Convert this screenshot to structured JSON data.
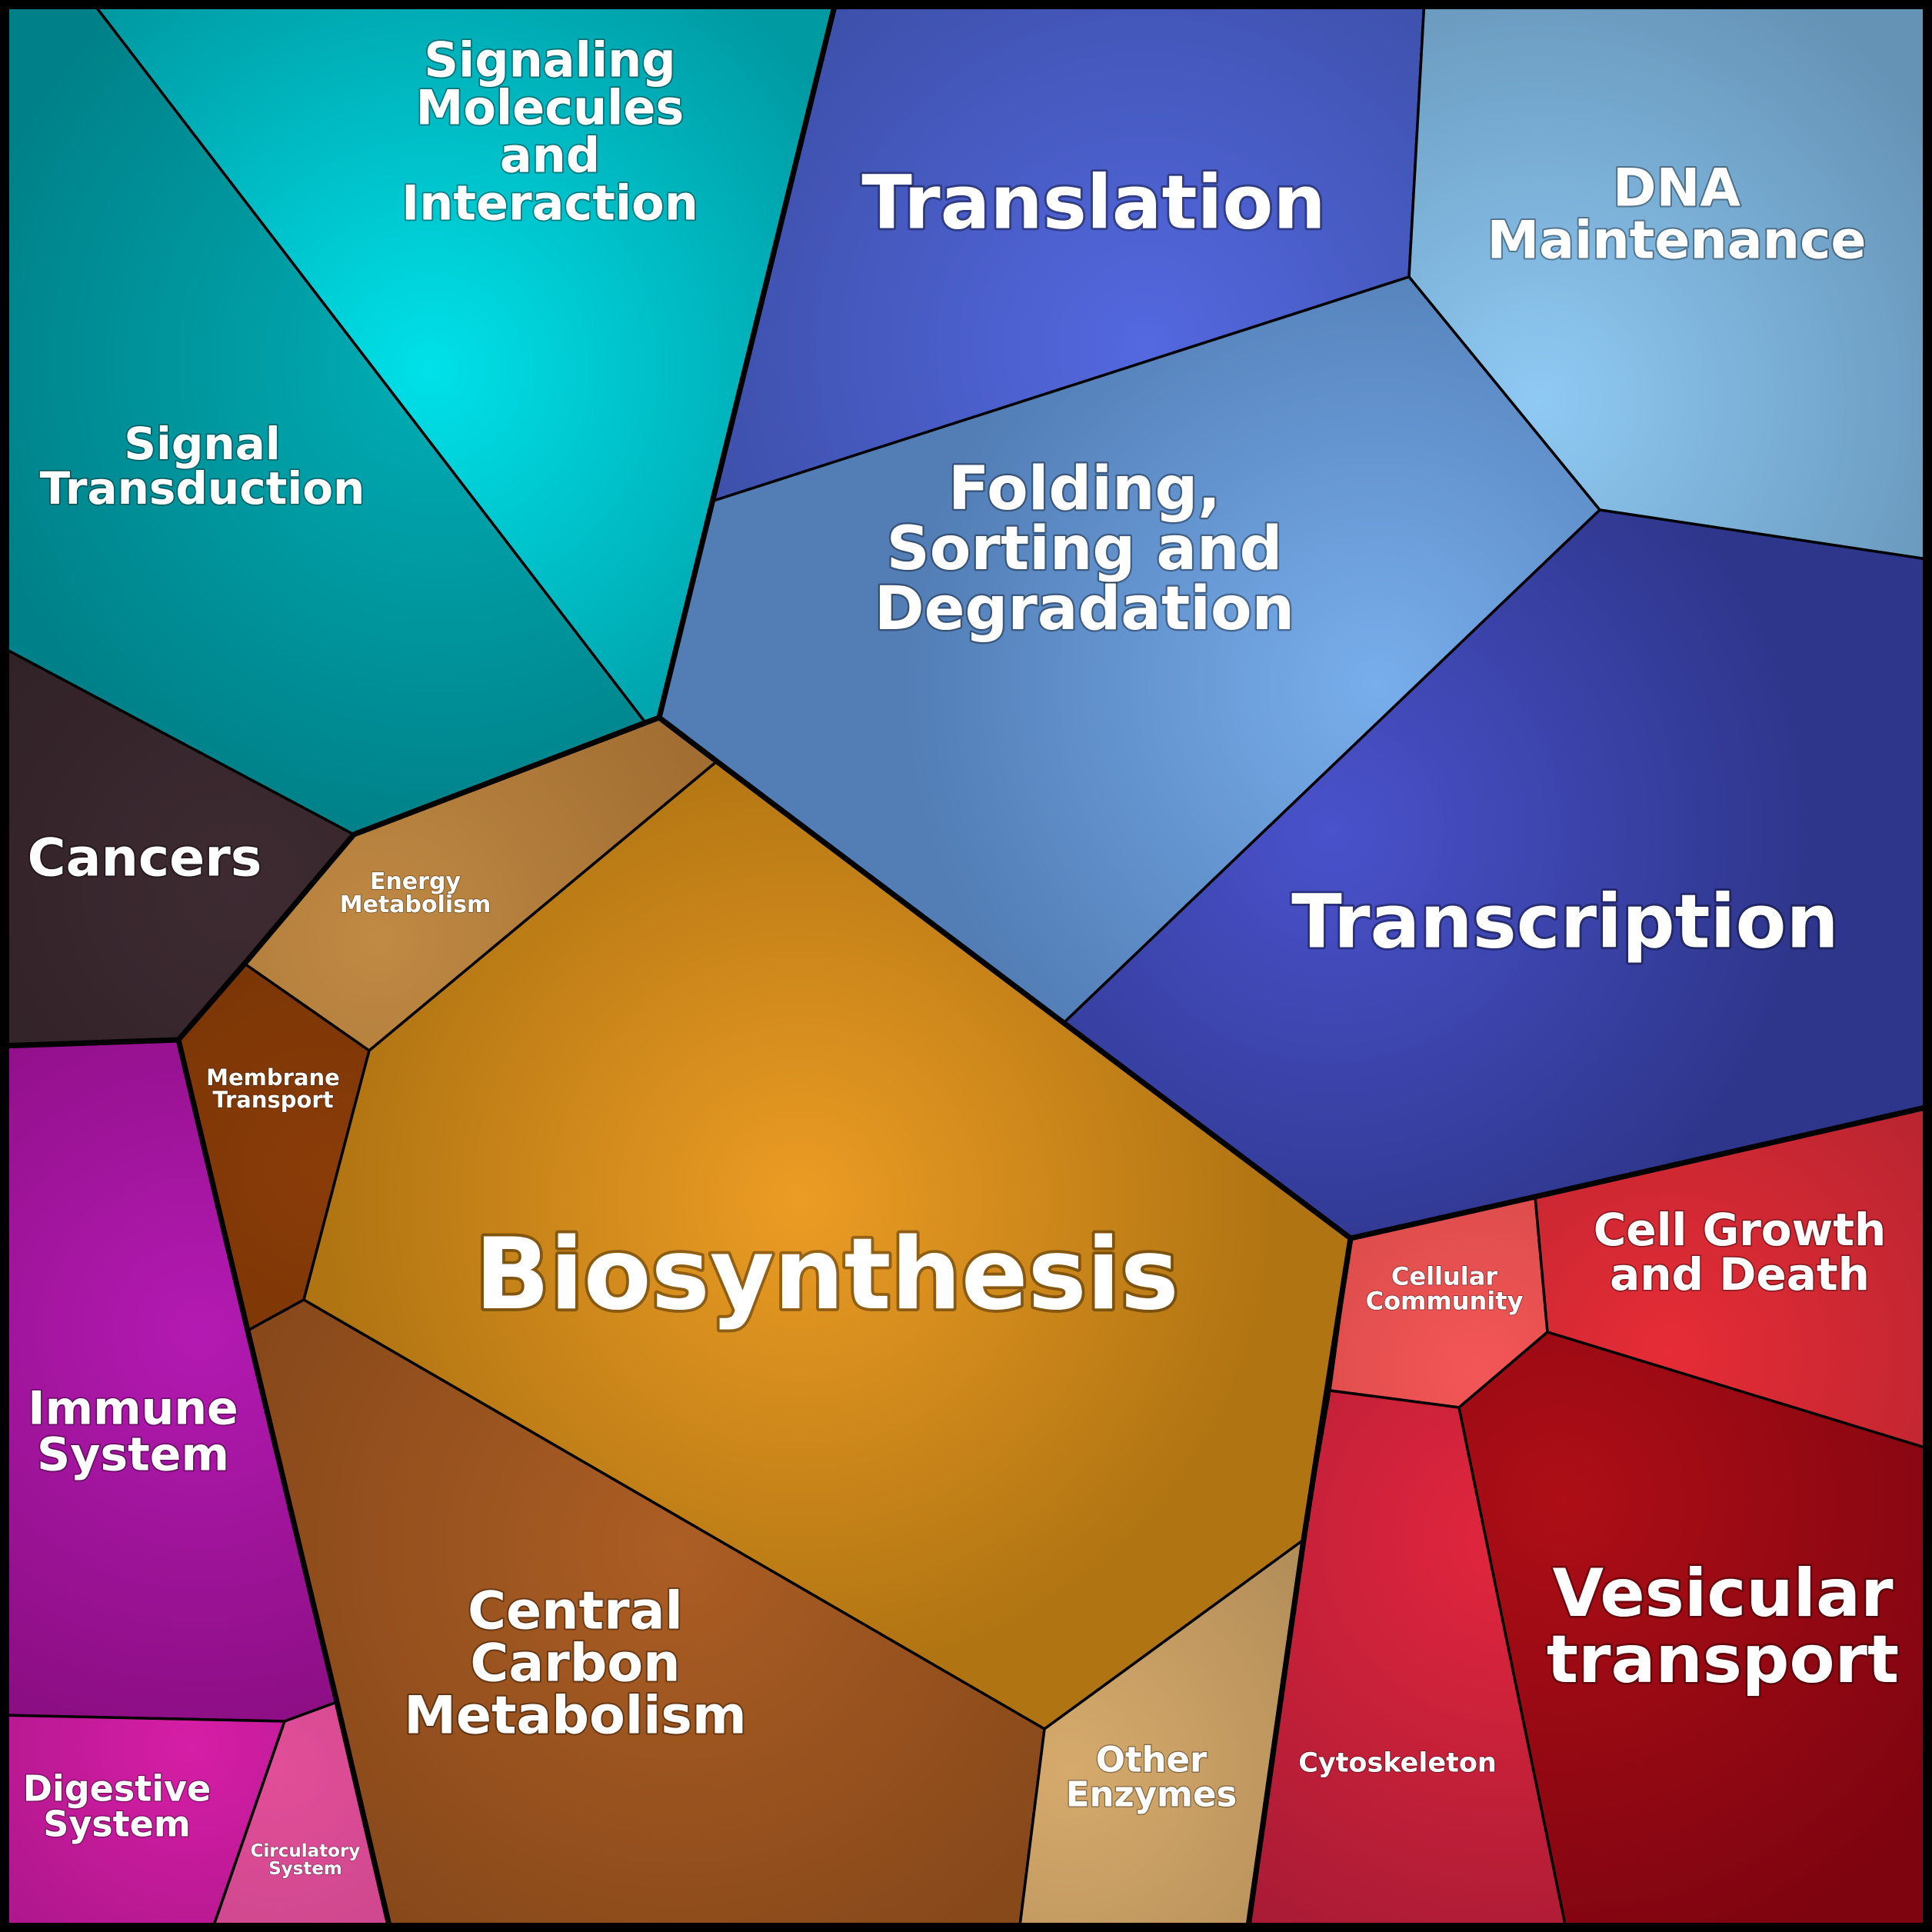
{
  "cells": [
    {
      "id": "signal-transduction",
      "lines": [
        "Signal",
        "Transduction"
      ],
      "colors": [
        "#00aeb6",
        "#008189"
      ]
    },
    {
      "id": "signaling-molecules",
      "lines": [
        "Signaling",
        "Molecules",
        "and",
        "Interaction"
      ],
      "colors": [
        "#00e1e9",
        "#009aa3"
      ]
    },
    {
      "id": "translation",
      "lines": [
        "Translation"
      ],
      "colors": [
        "#5468e0",
        "#3c4fa8"
      ]
    },
    {
      "id": "dna-maintenance",
      "lines": [
        "DNA",
        "Maintenance"
      ],
      "colors": [
        "#8fcaf4",
        "#6593b6"
      ]
    },
    {
      "id": "folding-sorting",
      "lines": [
        "Folding,",
        "Sorting and",
        "Degradation"
      ],
      "colors": [
        "#78aeec",
        "#527db5"
      ]
    },
    {
      "id": "transcription",
      "lines": [
        "Transcription"
      ],
      "colors": [
        "#4a52cc",
        "#2e368c"
      ]
    },
    {
      "id": "cancers",
      "lines": [
        "Cancers"
      ],
      "colors": [
        "#3e2b32",
        "#2a1e22"
      ]
    },
    {
      "id": "energy-metabolism",
      "lines": [
        "Energy",
        "Metabolism"
      ],
      "colors": [
        "#c08a44",
        "#98652c"
      ]
    },
    {
      "id": "membrane-transport",
      "lines": [
        "Membrane",
        "Transport"
      ],
      "colors": [
        "#8a3c08",
        "#6a2f02"
      ]
    },
    {
      "id": "biosynthesis",
      "lines": [
        "Biosynthesis"
      ],
      "colors": [
        "#ec9c24",
        "#b07412"
      ]
    },
    {
      "id": "immune-system",
      "lines": [
        "Immune",
        "System"
      ],
      "colors": [
        "#b41ab2",
        "#850c7c"
      ]
    },
    {
      "id": "digestive-system",
      "lines": [
        "Digestive",
        "System"
      ],
      "colors": [
        "#d61ea6",
        "#8c1076"
      ]
    },
    {
      "id": "circulatory-system",
      "lines": [
        "Circulatory",
        "System"
      ],
      "colors": [
        "#e24e98",
        "#b03e80"
      ]
    },
    {
      "id": "central-carbon-metabolism",
      "lines": [
        "Central",
        "Carbon",
        "Metabolism"
      ],
      "colors": [
        "#ac5e24",
        "#87481a"
      ]
    },
    {
      "id": "other-enzymes",
      "lines": [
        "Other",
        "Enzymes"
      ],
      "colors": [
        "#d6aa6c",
        "#a07e4e"
      ]
    },
    {
      "id": "cellular-community",
      "lines": [
        "Cellular",
        "Community"
      ],
      "colors": [
        "#f45656",
        "#b83c3c"
      ]
    },
    {
      "id": "cell-growth-and-death",
      "lines": [
        "Cell Growth",
        "and Death"
      ],
      "colors": [
        "#e62c36",
        "#a8222e"
      ]
    },
    {
      "id": "cytoskeleton",
      "lines": [
        "Cytoskeleton"
      ],
      "colors": [
        "#e2263e",
        "#a61a34"
      ]
    },
    {
      "id": "vesicular-transport",
      "lines": [
        "Vesicular",
        "transport"
      ],
      "colors": [
        "#ae0e16",
        "#7e0410"
      ]
    }
  ]
}
